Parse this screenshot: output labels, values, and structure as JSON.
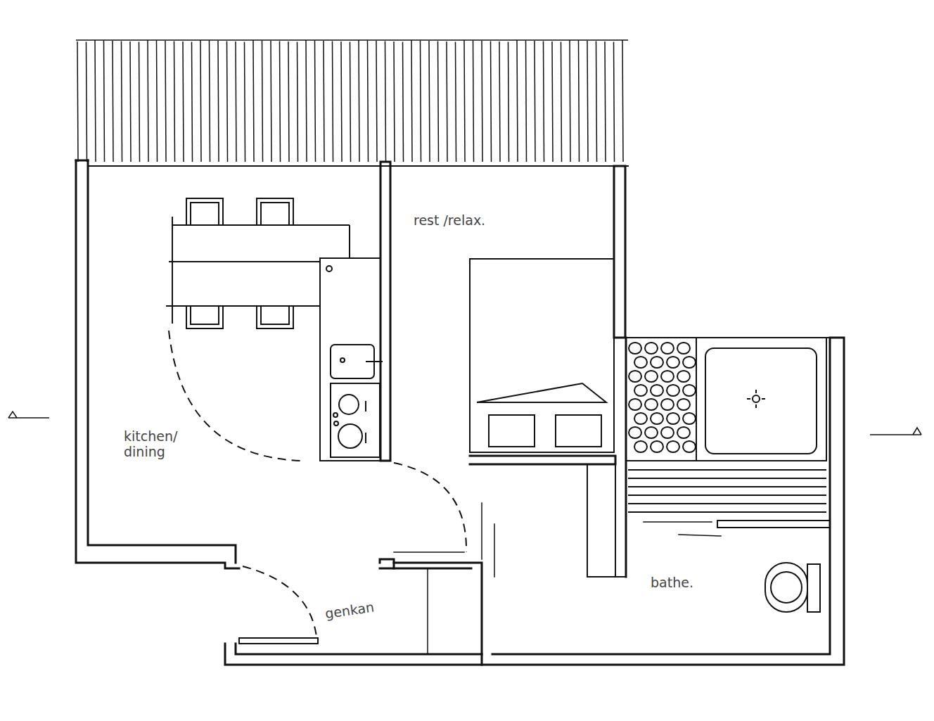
{
  "diagram": {
    "labels": [
      "rest /relax.",
      "kitchen/ dining",
      "genkan",
      "bathe."
    ]
  }
}
